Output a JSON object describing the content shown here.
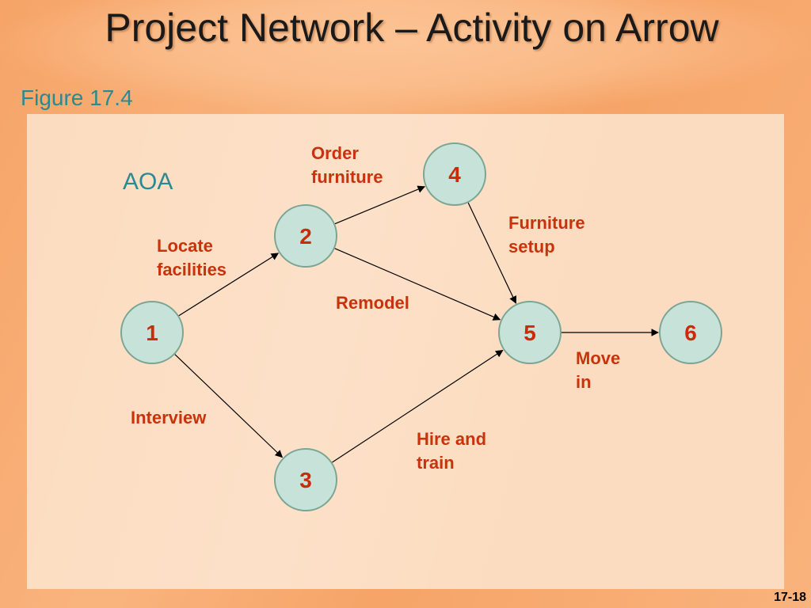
{
  "slide": {
    "title": "Project Network – Activity on Arrow",
    "figure_label": "Figure 17.4",
    "diagram_label": "AOA",
    "page_number": "17-18"
  },
  "colors": {
    "node_fill": "#c7e3d9",
    "node_text": "#cc2b08",
    "activity_label": "#c8330c",
    "accent_teal": "#2a8a92",
    "background": "#f7a86a",
    "panel": "#fcdcc0"
  },
  "diagram": {
    "nodes": [
      {
        "id": "1",
        "label": "1"
      },
      {
        "id": "2",
        "label": "2"
      },
      {
        "id": "3",
        "label": "3"
      },
      {
        "id": "4",
        "label": "4"
      },
      {
        "id": "5",
        "label": "5"
      },
      {
        "id": "6",
        "label": "6"
      }
    ],
    "activities": [
      {
        "from": "1",
        "to": "2",
        "label": "Locate\nfacilities"
      },
      {
        "from": "2",
        "to": "4",
        "label": "Order\nfurniture"
      },
      {
        "from": "2",
        "to": "5",
        "label": "Remodel"
      },
      {
        "from": "4",
        "to": "5",
        "label": "Furniture\nsetup"
      },
      {
        "from": "1",
        "to": "3",
        "label": "Interview"
      },
      {
        "from": "3",
        "to": "5",
        "label": "Hire and\ntrain"
      },
      {
        "from": "5",
        "to": "6",
        "label": "Move\nin"
      }
    ]
  }
}
